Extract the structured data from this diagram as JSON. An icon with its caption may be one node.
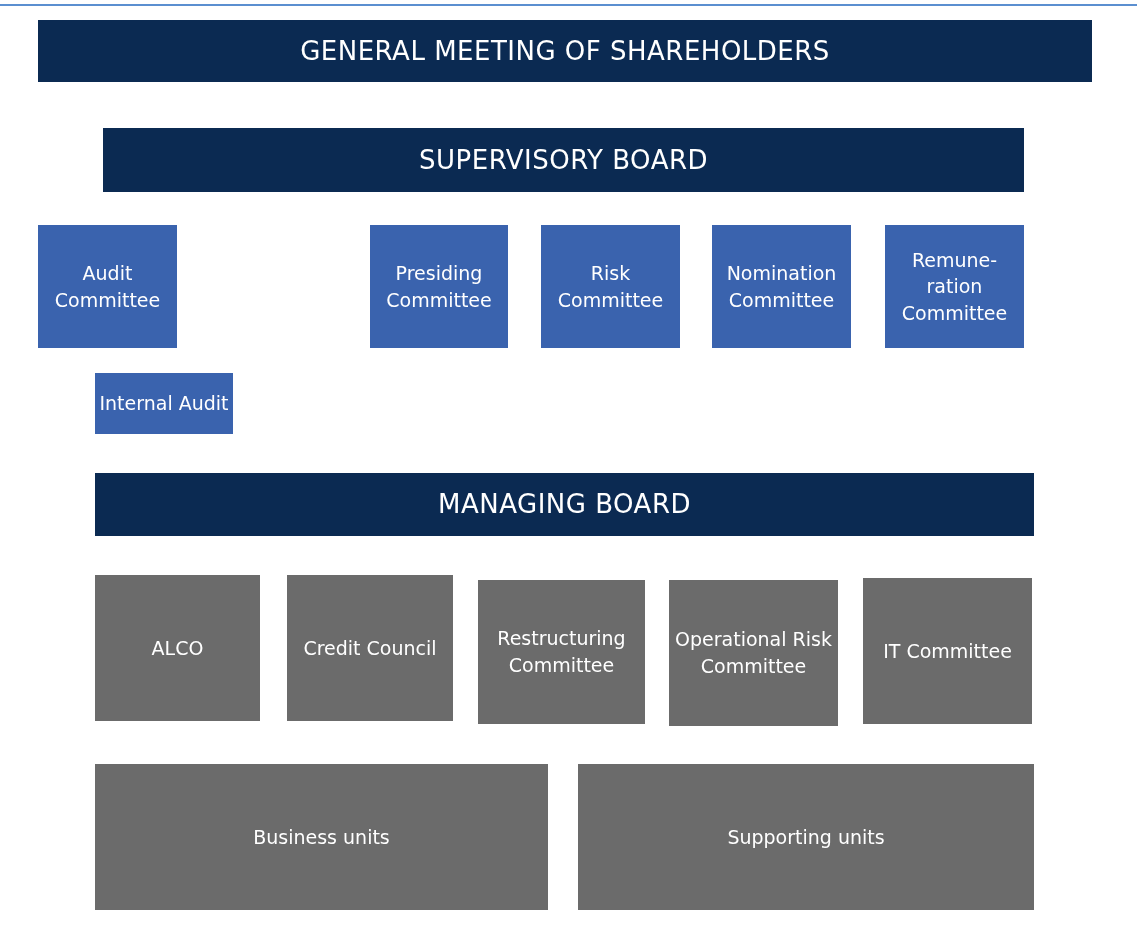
{
  "diagram": {
    "nodes": [
      {
        "text": [
          "GENERAL MEETING OF SHAREHOLDERS"
        ]
      },
      {
        "text": [
          "SUPERVISORY BOARD"
        ]
      },
      {
        "text": [
          "Audit Committee"
        ]
      },
      {
        "text": [
          "Presiding Committee"
        ]
      },
      {
        "text": [
          "Risk Committee"
        ]
      },
      {
        "text": [
          "Nomination Committee"
        ]
      },
      {
        "text": [
          "Remune- ration Committee"
        ]
      },
      {
        "text": [
          "Internal Audit"
        ]
      },
      {
        "text": [
          "MANAGING BOARD"
        ]
      },
      {
        "text": [
          "ALCO"
        ]
      },
      {
        "text": [
          "Credit Council"
        ]
      },
      {
        "text": [
          "Restructuring Committee"
        ]
      },
      {
        "text": [
          "Operational Risk Committee"
        ]
      },
      {
        "text": [
          "IT Committee"
        ]
      },
      {
        "text": [
          "Business units"
        ]
      },
      {
        "text": [
          "Supporting units"
        ]
      }
    ]
  }
}
